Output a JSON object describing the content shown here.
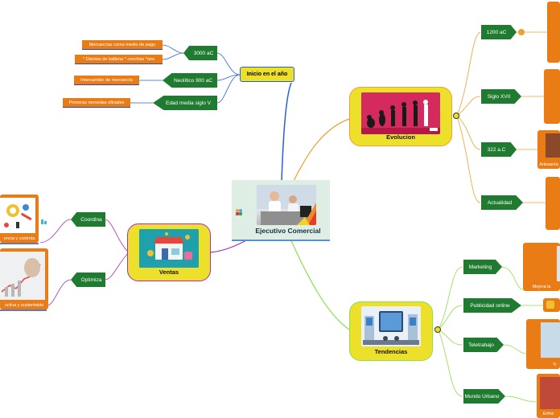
{
  "central": {
    "title": "Ejecutivo Comercial"
  },
  "inicio": {
    "title": "Inicio en el año",
    "items": [
      {
        "label": "3000 aC",
        "leaves": [
          "Mercancías como medio de pago",
          "* Dientes de ballena * conchas *ons"
        ]
      },
      {
        "label": "Neolítico 900 aC",
        "leaves": [
          "Intercambio de mercancía"
        ]
      },
      {
        "label": "Edad media siglo V",
        "leaves": [
          "Primeras monedas oficiales"
        ]
      }
    ]
  },
  "evolucion": {
    "title": "Evolucion",
    "items": [
      {
        "label": "1200 aC"
      },
      {
        "label": "Siglo XVII"
      },
      {
        "label": "322 a.C",
        "caption": "Artesanía"
      },
      {
        "label": "Actualidad"
      }
    ]
  },
  "tendencias": {
    "title": "Tendencias",
    "items": [
      {
        "label": "Marketing",
        "caption": "Mejora la"
      },
      {
        "label": "Publicidad online"
      },
      {
        "label": "Teletrabajo",
        "caption": "Tr"
      },
      {
        "label": "Mundo Urbano",
        "caption": "Enfoc"
      }
    ]
  },
  "ventas": {
    "title": "Ventas",
    "items": [
      {
        "label": "Coordina",
        "caption": "encia y controla"
      },
      {
        "label": "Optimiza",
        "caption": "uctiva y sustentable"
      }
    ]
  },
  "colors": {
    "green": "#1e7b30",
    "orange": "#ea7c16",
    "yellow": "#ede02a",
    "blue_line": "#2b4fa8",
    "orange_line": "#f0a030",
    "lime_line": "#8ee04a",
    "purple_line": "#b02ab8"
  }
}
